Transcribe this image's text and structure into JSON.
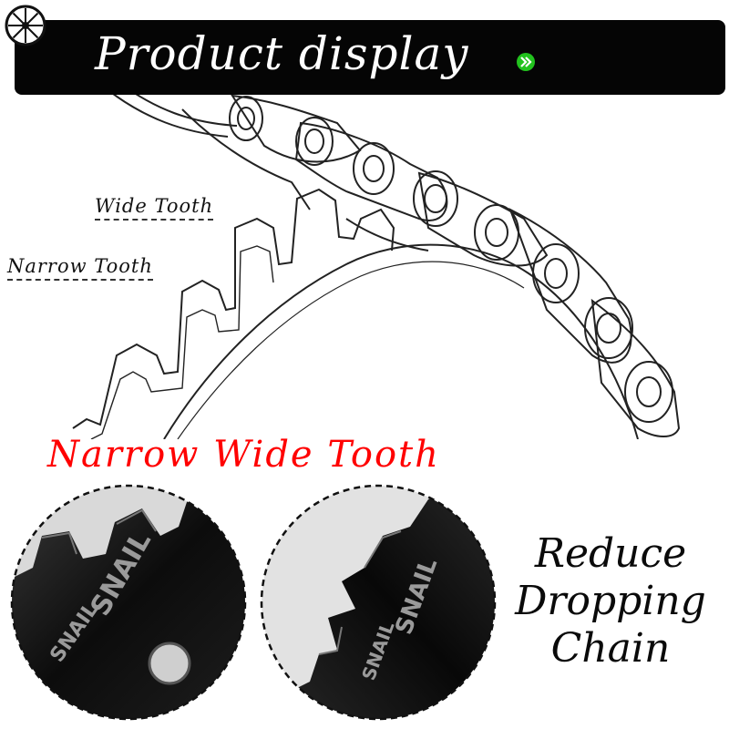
{
  "banner": {
    "title": "Product display",
    "icon_left": "bicycle-wheel-icon",
    "icon_right": "double-chevron-right-icon",
    "accent_color": "#22c21e"
  },
  "diagram": {
    "callout_wide": "Wide Tooth",
    "callout_narrow": "Narrow Tooth"
  },
  "section": {
    "heading": "Narrow Wide Tooth",
    "heading_color": "#ff0000"
  },
  "photos": {
    "left_engraving": "SNAIL",
    "right_engraving": "SNAIL"
  },
  "side_text": {
    "line1": "Reduce",
    "line2": "Dropping",
    "line3": "Chain"
  }
}
